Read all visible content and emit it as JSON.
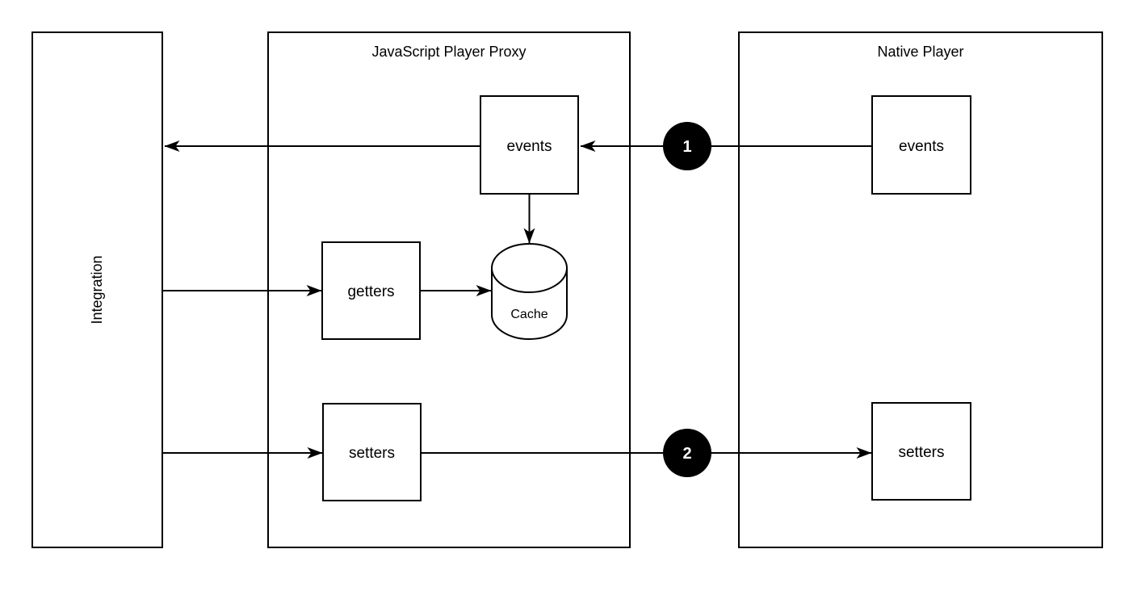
{
  "diagram": {
    "colors": {
      "background": "#ffffff",
      "stroke": "#000000",
      "node_fill": "#ffffff",
      "badge_fill": "#000000",
      "badge_text": "#ffffff"
    },
    "containers": {
      "integration": {
        "label": "Integration"
      },
      "proxy": {
        "label": "JavaScript Player Proxy"
      },
      "native": {
        "label": "Native Player"
      }
    },
    "nodes": {
      "proxy_events": {
        "label": "events"
      },
      "proxy_getters": {
        "label": "getters"
      },
      "proxy_setters": {
        "label": "setters"
      },
      "cache": {
        "label": "Cache"
      },
      "native_events": {
        "label": "events"
      },
      "native_setters": {
        "label": "setters"
      }
    },
    "badges": {
      "step1": {
        "label": "1"
      },
      "step2": {
        "label": "2"
      }
    },
    "edges": [
      {
        "from": "native_events",
        "to": "proxy_events",
        "badge": "1"
      },
      {
        "from": "proxy_events",
        "to": "integration"
      },
      {
        "from": "proxy_events",
        "to": "cache"
      },
      {
        "from": "integration",
        "to": "proxy_getters"
      },
      {
        "from": "proxy_getters",
        "to": "cache"
      },
      {
        "from": "integration",
        "to": "proxy_setters"
      },
      {
        "from": "proxy_setters",
        "to": "native_setters",
        "badge": "2"
      }
    ]
  }
}
